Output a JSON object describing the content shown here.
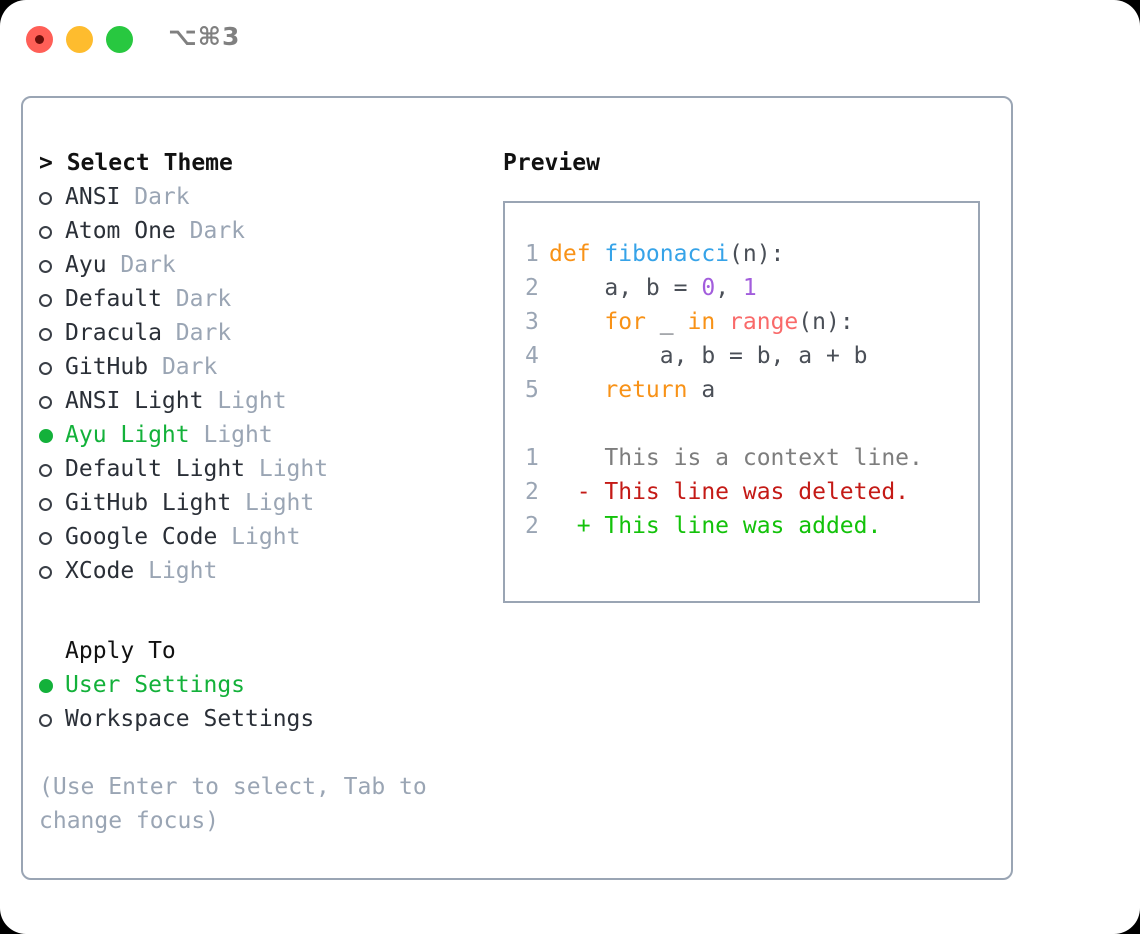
{
  "titlebar": {
    "title": "⌥⌘3",
    "buttons": [
      "close-button",
      "minimize-button",
      "maximize-button"
    ]
  },
  "theme_list": {
    "header": "> Select Theme",
    "items": [
      {
        "name": "ANSI",
        "tag": "Dark",
        "selected": false
      },
      {
        "name": "Atom One",
        "tag": "Dark",
        "selected": false
      },
      {
        "name": "Ayu",
        "tag": "Dark",
        "selected": false
      },
      {
        "name": "Default",
        "tag": "Dark",
        "selected": false
      },
      {
        "name": "Dracula",
        "tag": "Dark",
        "selected": false
      },
      {
        "name": "GitHub",
        "tag": "Dark",
        "selected": false
      },
      {
        "name": "ANSI Light",
        "tag": "Light",
        "selected": false
      },
      {
        "name": "Ayu Light",
        "tag": "Light",
        "selected": true
      },
      {
        "name": "Default Light",
        "tag": "Light",
        "selected": false
      },
      {
        "name": "GitHub Light",
        "tag": "Light",
        "selected": false
      },
      {
        "name": "Google Code",
        "tag": "Light",
        "selected": false
      },
      {
        "name": "XCode",
        "tag": "Light",
        "selected": false
      }
    ]
  },
  "apply_to": {
    "header": "Apply To",
    "items": [
      {
        "name": "User Settings",
        "selected": true
      },
      {
        "name": "Workspace Settings",
        "selected": false
      }
    ]
  },
  "help_text": "(Use Enter to select, Tab to change focus)",
  "preview": {
    "title": "Preview",
    "code_lines": [
      {
        "lineno": "1",
        "tokens": [
          {
            "t": "def ",
            "c": "kw"
          },
          {
            "t": "fibonacci",
            "c": "fn"
          },
          {
            "t": "(n):",
            "c": "plain"
          }
        ]
      },
      {
        "lineno": "2",
        "tokens": [
          {
            "t": "    a, b = ",
            "c": "plain"
          },
          {
            "t": "0",
            "c": "num"
          },
          {
            "t": ", ",
            "c": "plain"
          },
          {
            "t": "1",
            "c": "num"
          }
        ]
      },
      {
        "lineno": "3",
        "tokens": [
          {
            "t": "    ",
            "c": "plain"
          },
          {
            "t": "for",
            "c": "kw"
          },
          {
            "t": " _ ",
            "c": "plain"
          },
          {
            "t": "in",
            "c": "kw"
          },
          {
            "t": " ",
            "c": "plain"
          },
          {
            "t": "range",
            "c": "builtin"
          },
          {
            "t": "(n):",
            "c": "plain"
          }
        ]
      },
      {
        "lineno": "4",
        "tokens": [
          {
            "t": "        a, b = b, a + b",
            "c": "plain"
          }
        ]
      },
      {
        "lineno": "5",
        "tokens": [
          {
            "t": "    ",
            "c": "plain"
          },
          {
            "t": "return",
            "c": "kw"
          },
          {
            "t": " a",
            "c": "plain"
          }
        ]
      }
    ],
    "diff_lines": [
      {
        "lineno": "1",
        "marker": " ",
        "text": "This is a context line.",
        "kind": "ctx"
      },
      {
        "lineno": "2",
        "marker": "-",
        "text": "This line was deleted.",
        "kind": "del"
      },
      {
        "lineno": "2",
        "marker": "+",
        "text": "This line was added.",
        "kind": "add"
      }
    ]
  },
  "colors": {
    "accent_green": "#13b13a",
    "muted": "#9aa5b4",
    "border": "#9aa5b4",
    "keyword": "#f89217",
    "function": "#36a3e8",
    "number": "#a25ddc",
    "builtin": "#f96a6a",
    "diff_delete": "#c41a16",
    "diff_add": "#13c20a"
  }
}
